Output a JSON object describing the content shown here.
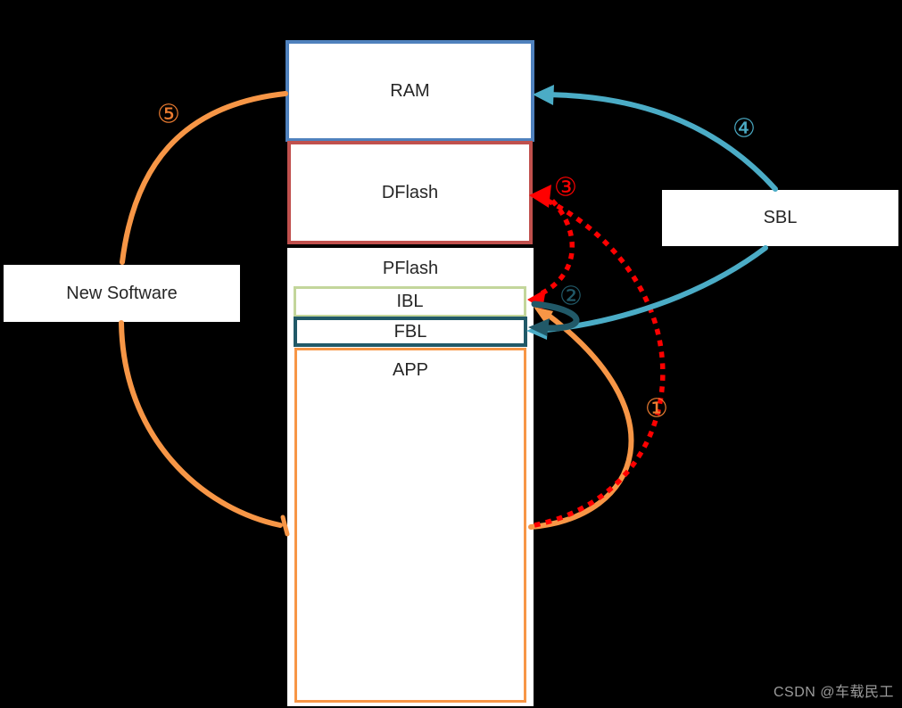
{
  "diagram": {
    "memory_map": {
      "ram_label": "RAM",
      "dflash_label": "DFlash",
      "pflash_label": "PFlash",
      "ibl_label": "IBL",
      "fbl_label": "FBL",
      "app_label": "APP"
    },
    "external": {
      "new_software_label": "New Software",
      "sbl_label": "SBL"
    },
    "steps": {
      "s1": "①",
      "s2": "②",
      "s3": "③",
      "s4": "④",
      "s5": "⑤"
    },
    "colors": {
      "background": "#000000",
      "box_fill": "#FFFFFF",
      "text": "#262626",
      "ram_border": "#4F81BD",
      "dflash_border": "#C0504D",
      "ibl_border": "#C3D69B",
      "fbl_border": "#215968",
      "app_border": "#F79646",
      "orange_arrow": "#F79646",
      "orange_step": "#ED7D31",
      "teal_arrow": "#4BACC6",
      "red_arrow": "#FF0000",
      "dark_teal_arrow": "#215968",
      "watermark_text": "#9B9B9B"
    }
  },
  "watermark": {
    "label": "CSDN @车载民工"
  }
}
